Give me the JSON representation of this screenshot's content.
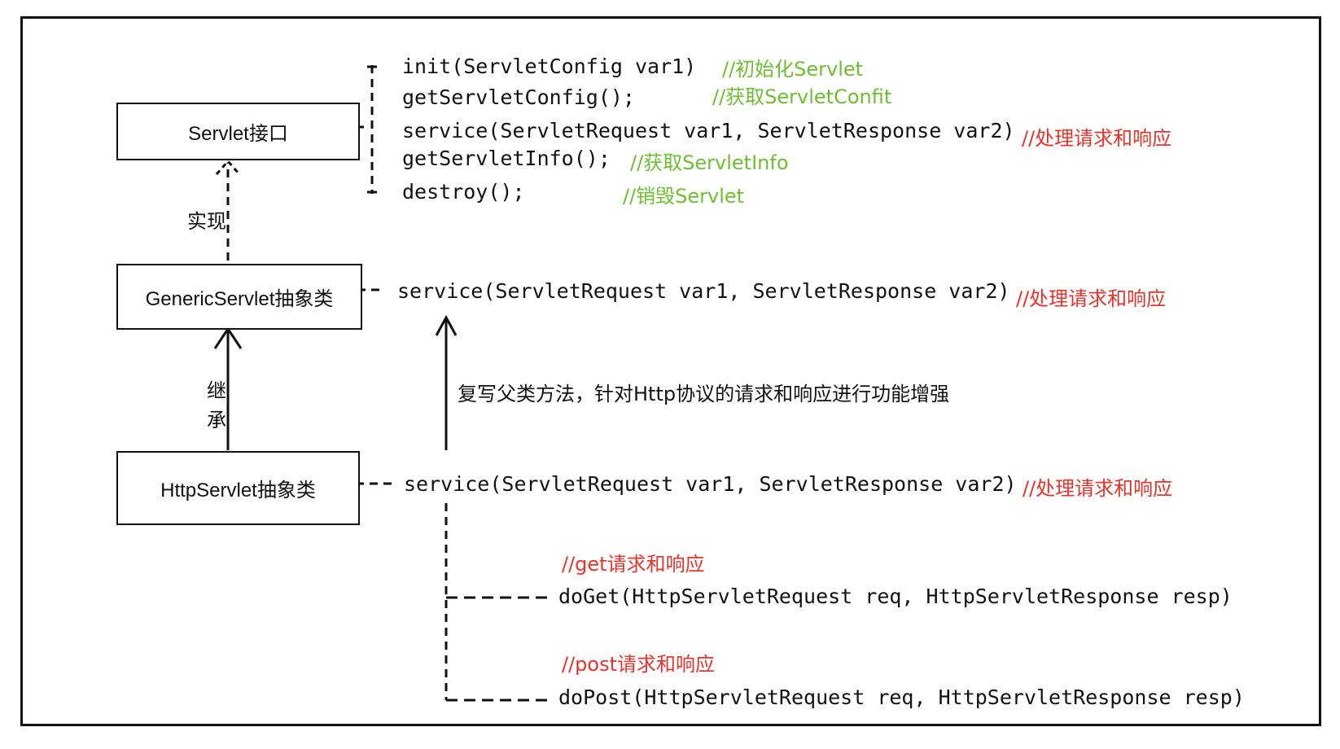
{
  "colors": {
    "comment_green": "#6cbf2e",
    "comment_red": "#e8332a",
    "line": "#111111"
  },
  "boxes": {
    "servlet_interface": "Servlet接口",
    "generic_servlet": "GenericServlet抽象类",
    "http_servlet": "HttpServlet抽象类"
  },
  "relations": {
    "implement": "实现",
    "inherit_1": "继",
    "inherit_2": "承"
  },
  "servlet_methods": [
    {
      "code": "init(ServletConfig var1)",
      "comment": "//初始化Servlet"
    },
    {
      "code": "getServletConfig();",
      "comment": "//获取ServletConfit"
    },
    {
      "code": "service(ServletRequest var1, ServletResponse var2)",
      "comment": "//处理请求和响应"
    },
    {
      "code": "getServletInfo();",
      "comment": "//获取ServletInfo"
    },
    {
      "code": "destroy();",
      "comment": "//销毁Servlet"
    }
  ],
  "generic_method": {
    "code": "service(ServletRequest var1, ServletResponse var2)",
    "comment": "//处理请求和响应"
  },
  "override_note": "复写父类方法，针对Http协议的请求和响应进行功能增强",
  "http_method": {
    "code": "service(ServletRequest var1, ServletResponse var2)",
    "comment": "//处理请求和响应"
  },
  "do_get": {
    "comment": "//get请求和响应",
    "code": "doGet(HttpServletRequest req, HttpServletResponse resp)"
  },
  "do_post": {
    "comment": "//post请求和响应",
    "code": "doPost(HttpServletRequest req, HttpServletResponse resp)"
  }
}
